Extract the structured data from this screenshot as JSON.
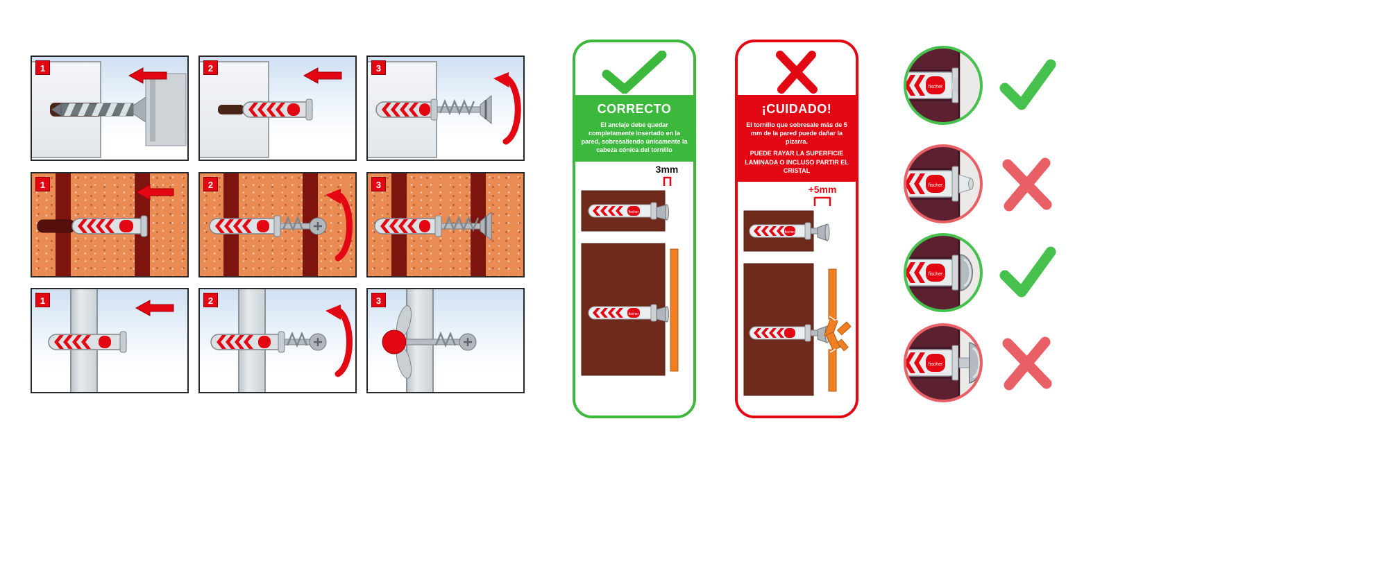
{
  "brand": "fischer",
  "grid": {
    "rows": [
      {
        "material": "plasterboard-wall",
        "steps": [
          "1",
          "2",
          "3"
        ]
      },
      {
        "material": "brick-wall",
        "steps": [
          "1",
          "2",
          "3"
        ]
      },
      {
        "material": "hollow-panel",
        "steps": [
          "1",
          "2",
          "3"
        ]
      }
    ]
  },
  "correct_card": {
    "title": "CORRECTO",
    "body": "El anclaje debe quedar completamente insertado en la pared, sobresaliendo únicamente la cabeza cónica del tornillo",
    "measurement": "3mm"
  },
  "caution_card": {
    "title": "¡CUIDADO!",
    "body": "El tornillo que sobresale más de 5 mm de la pared puede dañar la pizarra.",
    "body_warning": "PUEDE RAYAR LA SUPERFICIE LAMINADA O INCLUSO PARTIR EL CRISTAL",
    "measurement": "+5mm"
  },
  "details": [
    {
      "result": "correct"
    },
    {
      "result": "wrong"
    },
    {
      "result": "correct"
    },
    {
      "result": "wrong"
    }
  ],
  "colors": {
    "accent_green": "#3cb83c",
    "accent_red": "#e30613",
    "soft_green": "#47c14d",
    "soft_red": "#e85f66",
    "brick_orange": "#e98b52",
    "mortar_red": "#7d150e",
    "wall_brown": "#6e2b1c",
    "wall_maroon": "#5c2130",
    "slate_orange": "#ef7f22"
  }
}
